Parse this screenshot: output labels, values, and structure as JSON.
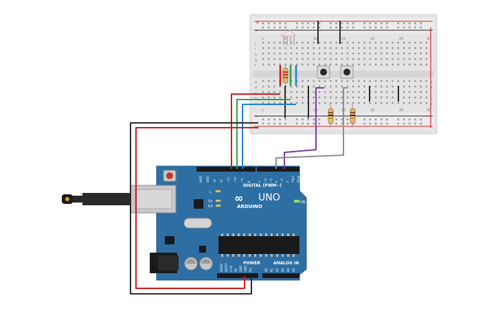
{
  "arduino": {
    "brand": "ARDUINO",
    "model": "UNO",
    "logo_symbol": "∞",
    "digital_label": "DIGITAL (PWM~)",
    "analog_label": "ANALOG IN",
    "power_label": "POWER",
    "on_label": "ON",
    "l_label": "L",
    "tx_label": "TX",
    "rx_label": "RX",
    "header_top_left": [
      "AREF",
      "GND",
      "13",
      "12",
      "~11",
      "~10",
      "~9",
      "8"
    ],
    "header_top_right": [
      "7",
      "~6",
      "~5",
      "4",
      "~3",
      "2",
      "TX▸1",
      "RX◂0"
    ],
    "header_bottom_power": [
      "IOREF",
      "RESET",
      "3.3V",
      "5V",
      "GND",
      "GND",
      "Vin"
    ],
    "header_bottom_analog": [
      "A0",
      "A1",
      "A2",
      "A3",
      "A4",
      "A5"
    ]
  },
  "breadboard": {
    "col_numbers": [
      "1",
      "5",
      "10",
      "15",
      "20",
      "25",
      "30"
    ],
    "row_letters_top": [
      "j",
      "i",
      "h",
      "g",
      "f"
    ],
    "row_letters_bottom": [
      "e",
      "d",
      "c",
      "b",
      "a"
    ],
    "rail_plus": "+",
    "rail_minus": "-"
  },
  "colors": {
    "board": "#2e6fa3",
    "board_dark": "#1f5580",
    "breadboard": "#e4e4e4",
    "wire_red": "#d0191c",
    "wire_green": "#2aa44a",
    "wire_blue": "#1f7fd6",
    "wire_black": "#2a2a2a",
    "wire_purple": "#7a3b9c",
    "wire_gray": "#8c8c8c"
  }
}
